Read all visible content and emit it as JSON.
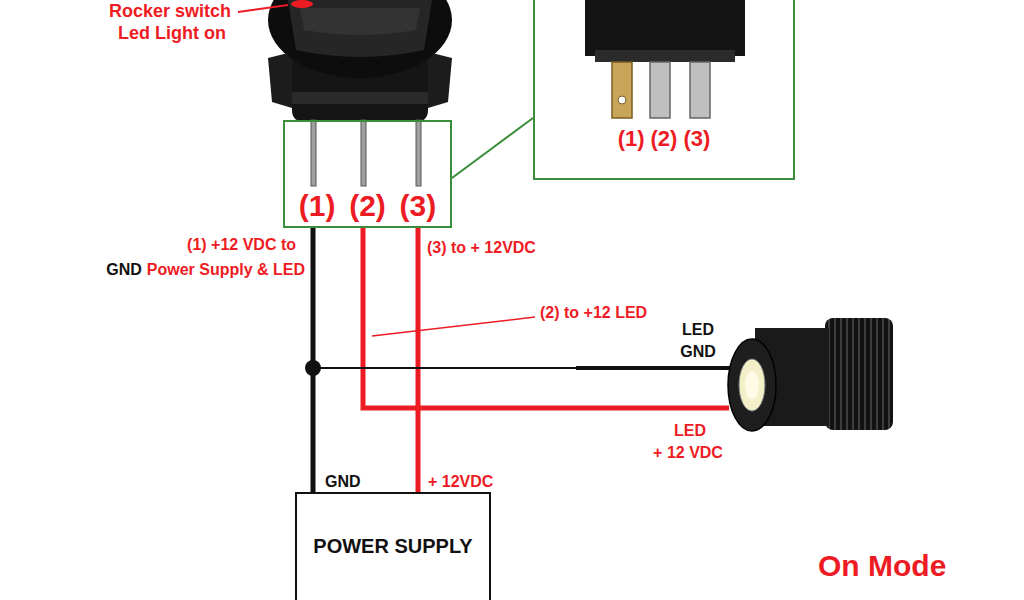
{
  "diagram": {
    "nodes": [
      {
        "text": [
          "(1)",
          "(2)",
          "(3)"
        ]
      },
      {
        "text": [
          "(1)",
          "(2)",
          "(3)"
        ]
      },
      {
        "text": [
          "POWER SUPPLY"
        ]
      }
    ],
    "edges": [
      {
        "from": 0,
        "to": 2,
        "arrow": "none"
      },
      {
        "from": 0,
        "to": 2,
        "arrow": "none"
      },
      {
        "from": 0,
        "to": 1,
        "arrow": "none"
      }
    ],
    "labels": [
      "Rocker switch",
      "Led Light on",
      "(1) +12 VDC to",
      "GND",
      "Power Supply & LED",
      "(3) to + 12VDC",
      "(2) to +12 LED",
      "LED",
      "GND",
      "LED",
      "+ 12 VDC",
      "GND",
      "+ 12VDC",
      "On Mode"
    ]
  }
}
